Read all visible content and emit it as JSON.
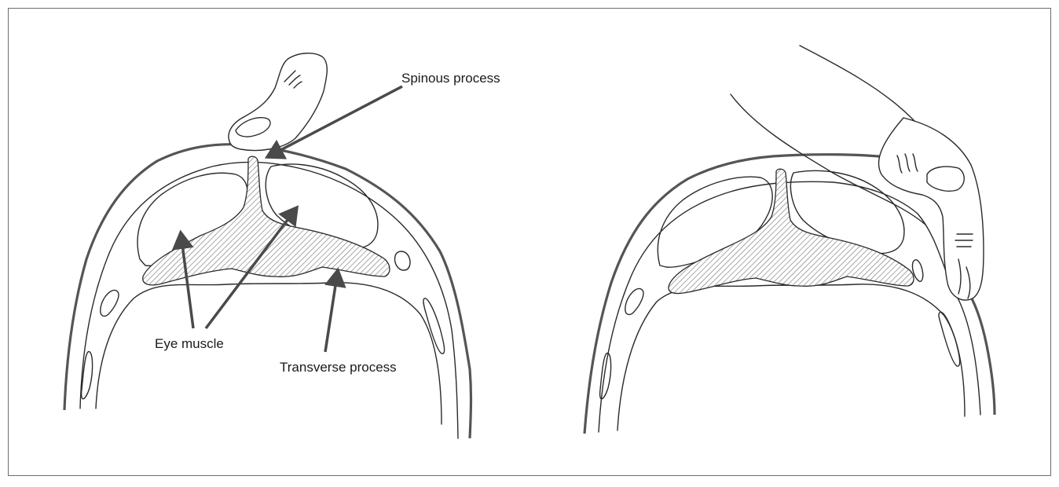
{
  "labels": {
    "spinous_process": "Spinous process",
    "eye_muscle": "Eye muscle",
    "transverse_process": "Transverse process"
  },
  "colors": {
    "line": "#2a2a2a",
    "skin_outline": "#555555",
    "arrow": "#4a4a4a",
    "hatch": "#7a7a7a"
  }
}
